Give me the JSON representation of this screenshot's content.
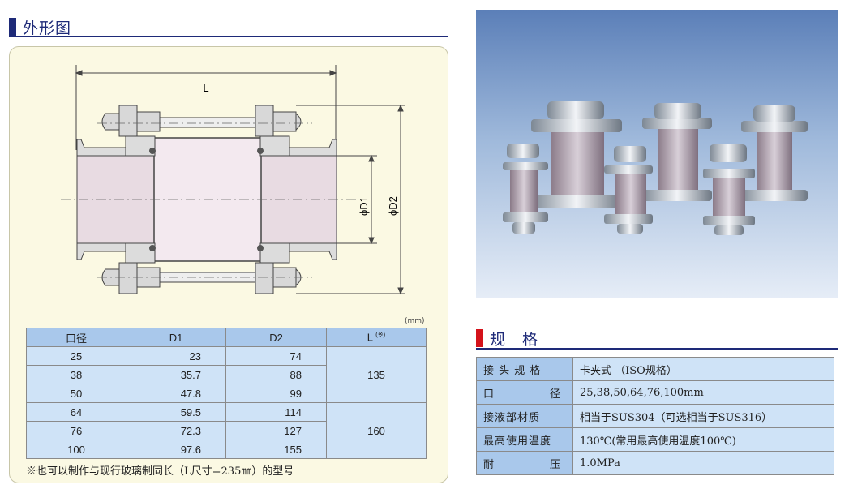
{
  "left_section": {
    "title": "外形图",
    "bar_color": "#1e2a78"
  },
  "drawing": {
    "dim_L": "L",
    "dim_D1": "ϕD1",
    "dim_D2": "ϕD2"
  },
  "unit": "(mm)",
  "dim_table": {
    "headers": [
      "口径",
      "D1",
      "D2",
      "L"
    ],
    "header_L_note": "(※)",
    "rows": [
      {
        "size": "25",
        "d1": "23",
        "d2": "74"
      },
      {
        "size": "38",
        "d1": "35.7",
        "d2": "88"
      },
      {
        "size": "50",
        "d1": "47.8",
        "d2": "99"
      },
      {
        "size": "64",
        "d1": "59.5",
        "d2": "114"
      },
      {
        "size": "76",
        "d1": "72.3",
        "d2": "127"
      },
      {
        "size": "100",
        "d1": "97.6",
        "d2": "155"
      }
    ],
    "L_group1": "135",
    "L_group2": "160"
  },
  "note": "※也可以制作与现行玻璃制同长（L尺寸=235㎜）的型号",
  "right_section": {
    "title": "规　格",
    "bar_color": "#d4121a"
  },
  "spec_table": [
    {
      "key_a": "接 头 规 格",
      "value": "卡夹式 （ISO规格）"
    },
    {
      "key_a": "口",
      "key_b": "径",
      "value": "25,38,50,64,76,100mm"
    },
    {
      "key_a": "接液部材质",
      "value": "相当于SUS304（可选相当于SUS316）"
    },
    {
      "key_a": "最高使用温度",
      "value": "130℃(常用最高使用温度100℃)"
    },
    {
      "key_a": "耐",
      "key_b": "压",
      "value": "1.0MPa"
    }
  ]
}
